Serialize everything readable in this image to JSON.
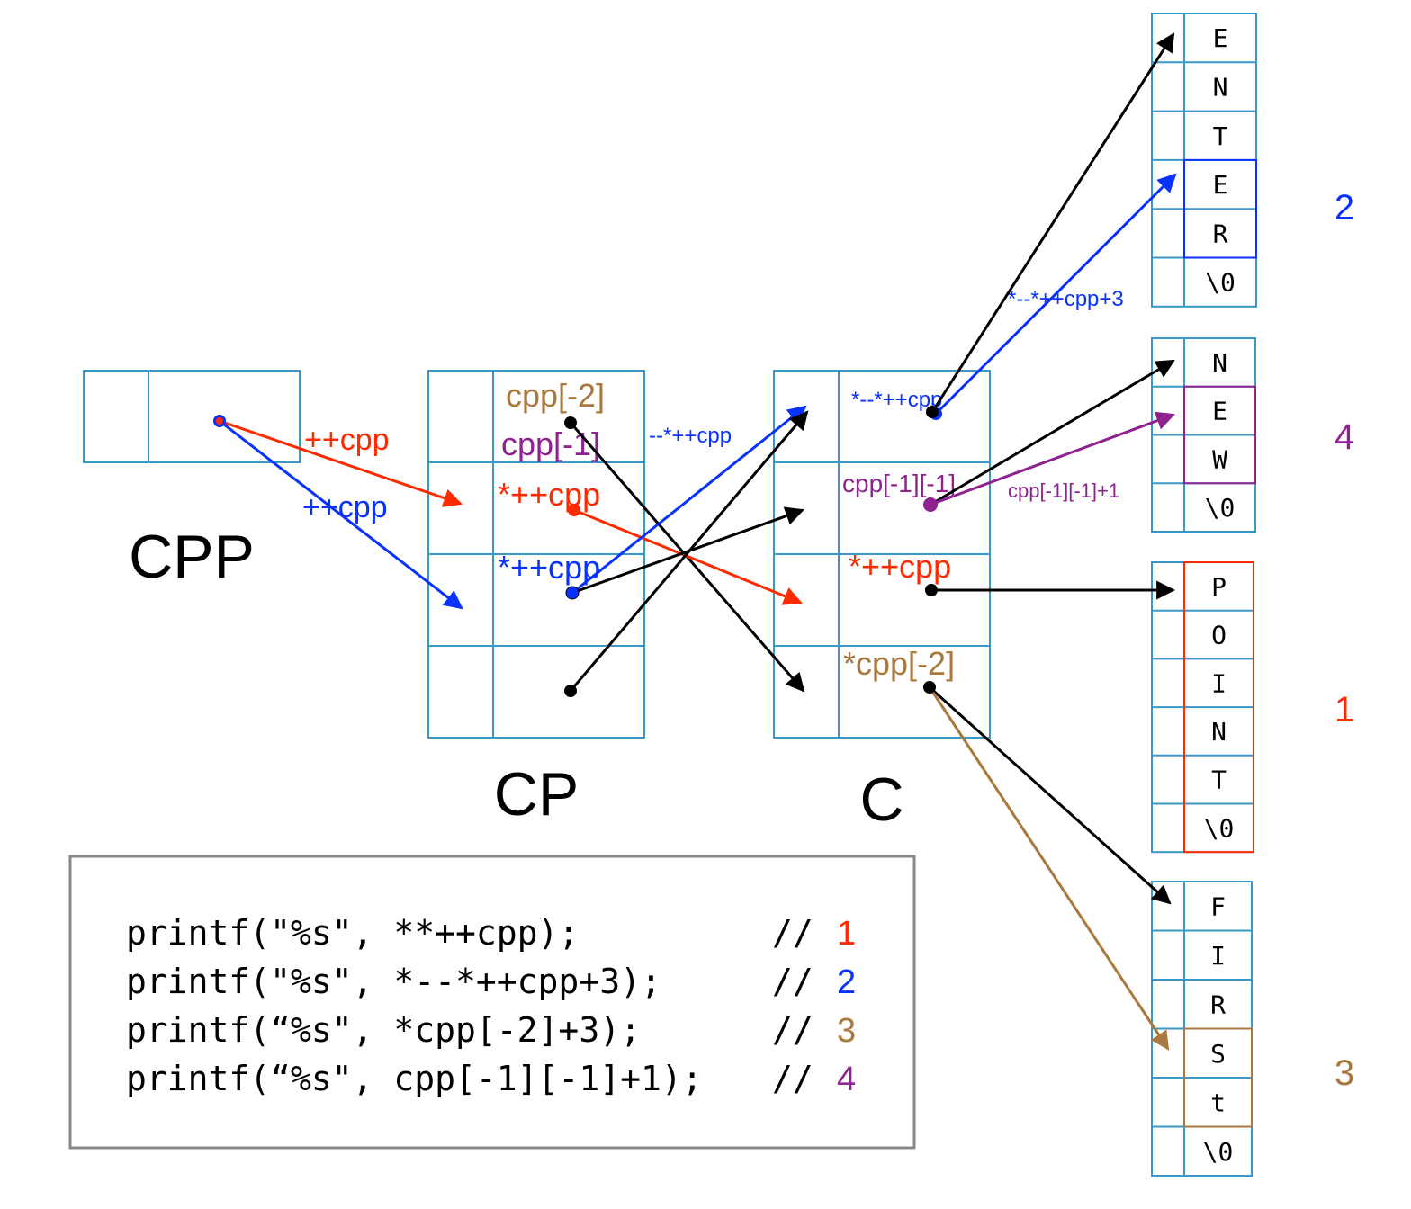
{
  "colors": {
    "grid": "#3a98c8",
    "red": "#ff2a00",
    "blue": "#0a32ff",
    "purple": "#8e2291",
    "brown": "#a8783f",
    "black": "#000000",
    "box": "#888888"
  },
  "boxes": {
    "cpp": "CPP",
    "cp": "CP",
    "c": "C"
  },
  "arrow_labels": {
    "cpp_inc_red": "++cpp",
    "cpp_inc_blue": "++cpp",
    "cp_cpp_m2": "cpp[-2]",
    "cp_cpp_m1": "cpp[-1]",
    "cp_deref_red": "*++cpp",
    "cp_deref_blue": "*++cpp",
    "dec_deref": "--*++cpp",
    "c_dec": "*--*++cpp",
    "c_m1m1": "cpp[-1][-1]",
    "c_deref_red": "*++cpp",
    "c_cpp_m2": "*cpp[-2]",
    "plus3": "*--*++cpp+3",
    "m1m1plus1": "cpp[-1][-1]+1"
  },
  "strings": [
    {
      "chars": [
        "E",
        "N",
        "T",
        "E",
        "R",
        "\\0"
      ],
      "result": "2"
    },
    {
      "chars": [
        "N",
        "E",
        "W",
        "\\0"
      ],
      "result": "4"
    },
    {
      "chars": [
        "P",
        "O",
        "I",
        "N",
        "T",
        "\\0"
      ],
      "result": "1"
    },
    {
      "chars": [
        "F",
        "I",
        "R",
        "S",
        "t",
        "\\0"
      ],
      "result": "3"
    }
  ],
  "code": [
    {
      "stmt": "printf(\"%s\", **++cpp);",
      "comment": "//",
      "num": "1"
    },
    {
      "stmt": "printf(\"%s\", *--*++cpp+3);",
      "comment": "//",
      "num": "2"
    },
    {
      "stmt": "printf(“%s\", *cpp[-2]+3);",
      "comment": "//",
      "num": "3"
    },
    {
      "stmt": "printf(“%s\", cpp[-1][-1]+1);",
      "comment": "//",
      "num": "4"
    }
  ]
}
